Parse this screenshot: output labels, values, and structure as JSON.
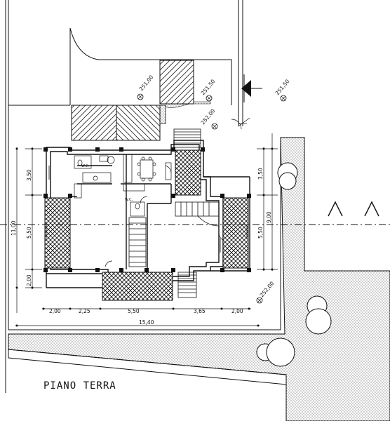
{
  "drawing": {
    "title": "PIANO TERRA",
    "section_marks": [
      "A",
      "A"
    ],
    "elevations": [
      {
        "id": "e1",
        "text": "251,00"
      },
      {
        "id": "e2",
        "text": "251,50"
      },
      {
        "id": "e3",
        "text": "251,50"
      },
      {
        "id": "e4",
        "text": "252,00"
      },
      {
        "id": "e5",
        "text": "252,00"
      }
    ],
    "dimensions": {
      "bottom_chain": [
        "2,00",
        "2,25",
        "5,50",
        "3,65",
        "2,00"
      ],
      "bottom_total": "15,40",
      "left_chain": [
        "3,50",
        "5,50",
        "2,00"
      ],
      "left_total": "11,00",
      "right_chain": [
        "3,50",
        "5,50"
      ],
      "right_total": "9,00"
    },
    "rooms": [
      {
        "id": "wc1",
        "text": "W.C."
      },
      {
        "id": "wc2",
        "text": "W.C."
      }
    ]
  }
}
